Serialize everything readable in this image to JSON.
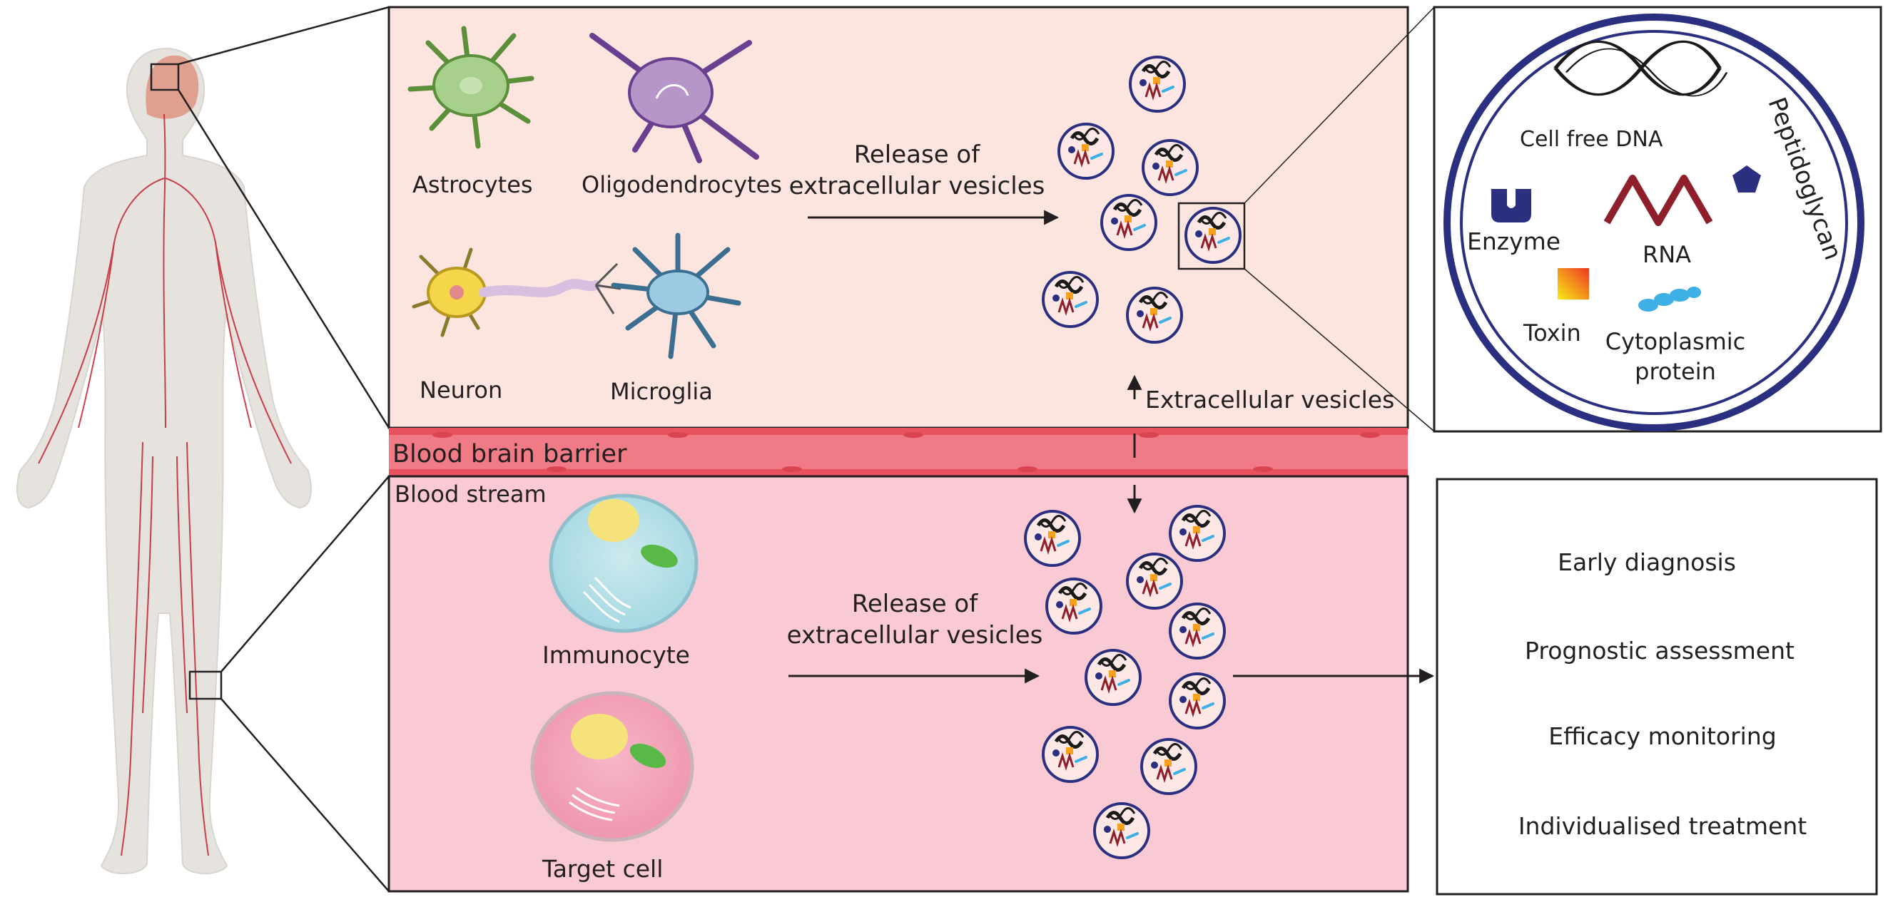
{
  "brain_panel": {
    "cells": {
      "astrocytes": "Astrocytes",
      "oligodendrocytes": "Oligodendrocytes",
      "neuron": "Neuron",
      "microglia": "Microglia"
    },
    "release_label_1": "Release  of",
    "release_label_2": "extracellular vesicles",
    "ev_label": "Extracellular vesicles"
  },
  "barrier": {
    "label": "Blood brain barrier"
  },
  "blood_panel": {
    "title": "Blood stream",
    "cells": {
      "immunocyte": "Immunocyte",
      "target_cell": "Target cell"
    },
    "release_label_1": "Release  of",
    "release_label_2": "extracellular  vesicles"
  },
  "vesicle_contents": {
    "dna": "Cell free DNA",
    "peptidoglycan": "Peptidoglycan",
    "enzyme": "Enzyme",
    "rna": "RNA",
    "toxin": "Toxin",
    "cytoplasmic_protein_1": "Cytoplasmic",
    "cytoplasmic_protein_2": "protein"
  },
  "applications": [
    "Early diagnosis",
    "Prognostic assessment",
    "Efficacy monitoring",
    "Individualised treatment"
  ],
  "colors": {
    "brain_bg": "#fde5df",
    "blood_bg": "#f9c9d4",
    "barrier": "#f07a86",
    "vesicle_ring": "#2b2f7f",
    "rna": "#8e1f2b",
    "body": "#e6e3df",
    "vessel": "#c4202f"
  }
}
